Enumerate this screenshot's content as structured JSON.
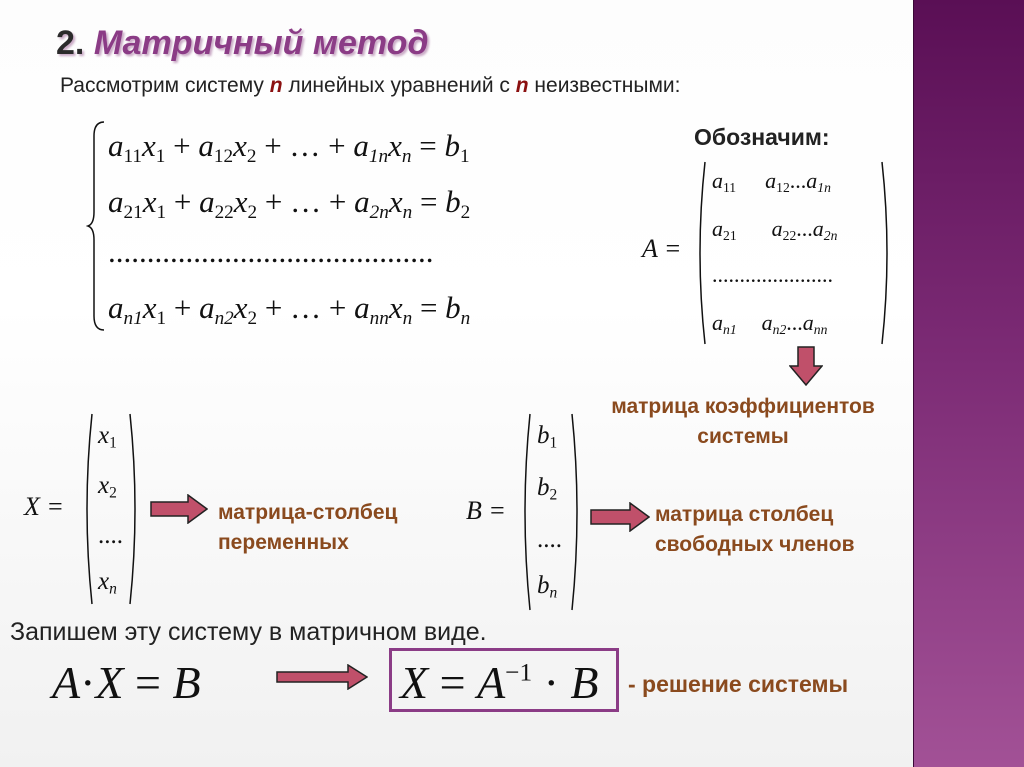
{
  "slide": {
    "title_number": "2.",
    "title_text": "Матричный метод",
    "intro": {
      "part1": "Рассмотрим систему",
      "n1": "n",
      "part2": "линейных уравнений с",
      "n2": "n",
      "part3": "неизвестными:"
    },
    "system": {
      "row1": {
        "a": "a",
        "s1": "11",
        "x": "x",
        "s2": "1",
        "p": " + ",
        "a2": "a",
        "s3": "12",
        "x2": "x",
        "s4": "2",
        "dots": " + … + ",
        "a3": "a",
        "s5": "1n",
        "x3": "x",
        "s6": "n",
        "eq": " = ",
        "b": "b",
        "s7": "1"
      },
      "row2": {
        "a": "a",
        "s1": "21",
        "x": "x",
        "s2": "1",
        "p": " + ",
        "a2": "a",
        "s3": "22",
        "x2": "x",
        "s4": "2",
        "dots": " + … + ",
        "a3": "a",
        "s5": "2n",
        "x3": "x",
        "s6": "n",
        "eq": " = ",
        "b": "b",
        "s7": "2"
      },
      "row3": "..........................................",
      "row4": {
        "a": "a",
        "s1": "n1",
        "x": "x",
        "s2": "1",
        "p": " + ",
        "a2": "a",
        "s3": "n2",
        "x2": "x",
        "s4": "2",
        "dots": " + … + ",
        "a3": "a",
        "s5": "nn",
        "x3": "x",
        "s6": "n",
        "eq": " = ",
        "b": "b",
        "s7": "n"
      }
    },
    "oboznachim": "Обозначим:",
    "matrix_A": {
      "symbol": "A =",
      "r1": {
        "c1a": "a",
        "c1s": "11",
        "c2a": "a",
        "c2s": "12",
        "dots": "...",
        "c3a": "a",
        "c3s": "1n"
      },
      "r2": {
        "c1a": "a",
        "c1s": "21",
        "c2a": "a",
        "c2s": "22",
        "dots": "...",
        "c3a": "a",
        "c3s": "2n"
      },
      "r3": "......................",
      "r4": {
        "c1a": "a",
        "c1s": "n1",
        "c2a": "a",
        "c2s": "n2",
        "dots": "...",
        "c3a": "a",
        "c3s": "nn"
      }
    },
    "label_coeff": {
      "line1": "матрица коэффициентов",
      "line2": "системы"
    },
    "matrix_X": {
      "symbol": "X =",
      "e1": "x",
      "s1": "1",
      "e2": "x",
      "s2": "2",
      "e3": "....",
      "e4": "x",
      "s4": "n"
    },
    "label_vars": {
      "line1": "матрица-столбец",
      "line2": "переменных"
    },
    "matrix_B": {
      "symbol": "B =",
      "e1": "b",
      "s1": "1",
      "e2": "b",
      "s2": "2",
      "e3": "....",
      "e4": "b",
      "s4": "n"
    },
    "label_free": {
      "line1": "матрица столбец",
      "line2": "свободных членов"
    },
    "zapishem": "Запишем эту систему в матричном виде.",
    "eq_axb": {
      "a": "A",
      "dot": "·",
      "x": "X",
      "eq": " = ",
      "b": "B"
    },
    "eq_solution": {
      "x": "X",
      "eq": " = ",
      "a": "A",
      "sup": "−1",
      "dot": " · ",
      "b": "B"
    },
    "solution_label": "- решение системы"
  },
  "colors": {
    "title": "#8b3c86",
    "arrow_fill": "#c0506a",
    "label": "#8a4a1e",
    "side_bar": "#7b2a74"
  }
}
